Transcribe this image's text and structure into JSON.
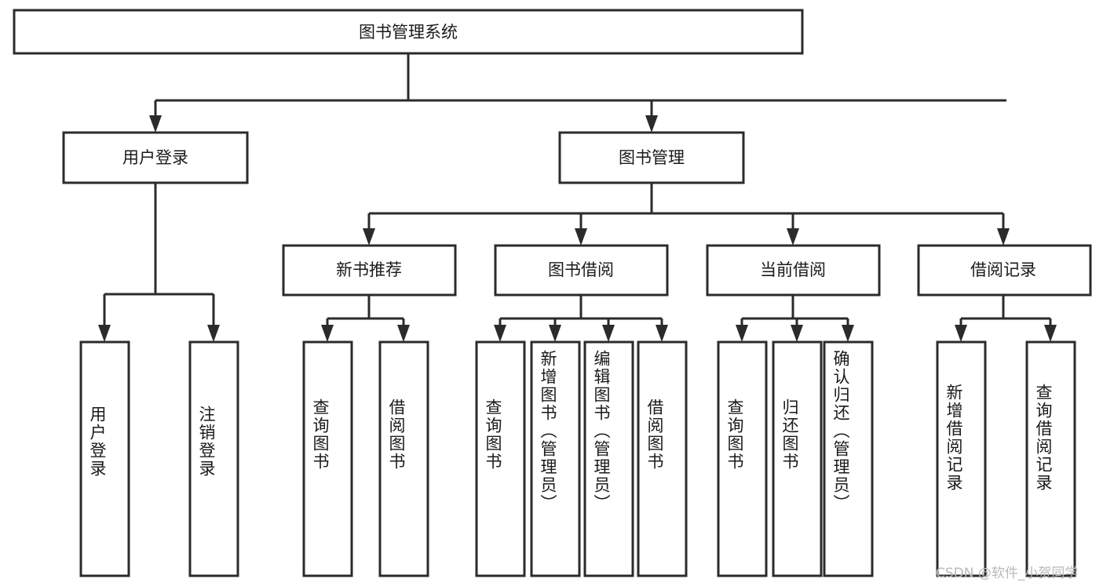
{
  "diagram": {
    "type": "tree-hierarchy-chart",
    "title_node": {
      "id": "root",
      "label": "图书管理系统"
    },
    "level2": [
      {
        "id": "user-login",
        "label": "用户登录"
      },
      {
        "id": "book-management",
        "label": "图书管理"
      }
    ],
    "level3": [
      {
        "id": "new-book-recommend",
        "label": "新书推荐",
        "parent": "book-management"
      },
      {
        "id": "book-borrow",
        "label": "图书借阅",
        "parent": "book-management"
      },
      {
        "id": "current-borrow",
        "label": "当前借阅",
        "parent": "book-management"
      },
      {
        "id": "borrow-record",
        "label": "借阅记录",
        "parent": "book-management"
      }
    ],
    "leaves": [
      {
        "id": "leaf-user-login",
        "label": "用户登录",
        "parent": "user-login"
      },
      {
        "id": "leaf-logout-login",
        "label": "注销登录",
        "parent": "user-login"
      },
      {
        "id": "leaf-query-book-1",
        "label": "查询图书",
        "parent": "new-book-recommend"
      },
      {
        "id": "leaf-borrow-book-1",
        "label": "借阅图书",
        "parent": "new-book-recommend"
      },
      {
        "id": "leaf-query-book-2",
        "label": "查询图书",
        "parent": "book-borrow"
      },
      {
        "id": "leaf-add-book",
        "label": "新增图书（管理员）",
        "parent": "book-borrow"
      },
      {
        "id": "leaf-edit-book",
        "label": "编辑图书（管理员）",
        "parent": "book-borrow"
      },
      {
        "id": "leaf-borrow-book-2",
        "label": "借阅图书",
        "parent": "book-borrow"
      },
      {
        "id": "leaf-query-book-3",
        "label": "查询图书",
        "parent": "current-borrow"
      },
      {
        "id": "leaf-return-book",
        "label": "归还图书",
        "parent": "current-borrow"
      },
      {
        "id": "leaf-confirm-return",
        "label": "确认归还（管理员）",
        "parent": "current-borrow"
      },
      {
        "id": "leaf-add-record",
        "label": "新增借阅记录",
        "parent": "borrow-record"
      },
      {
        "id": "leaf-query-record",
        "label": "查询借阅记录",
        "parent": "borrow-record"
      }
    ],
    "colors": {
      "stroke": "#2b2b2b",
      "fill": "#ffffff",
      "text": "#1a1a1a",
      "watermark": "#b9b9b9"
    }
  },
  "watermark": {
    "text": "CSDN @软件_小贺同学"
  }
}
